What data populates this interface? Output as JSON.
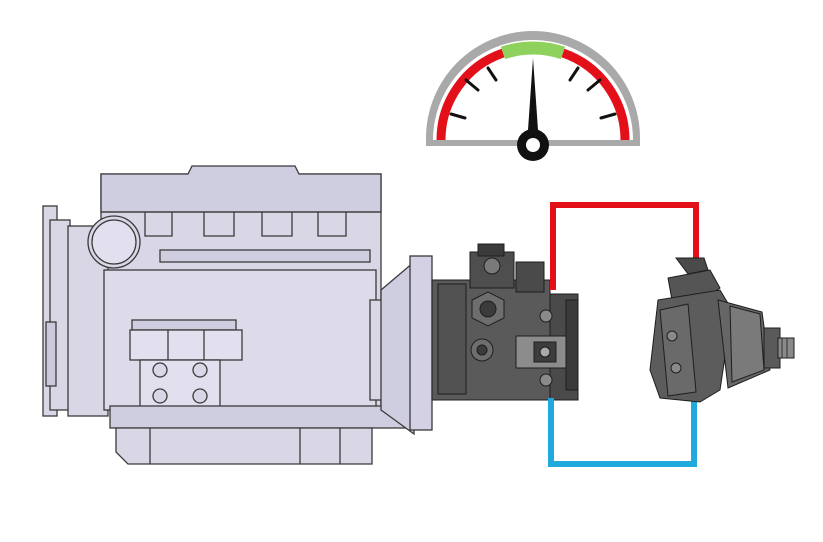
{
  "gauge": {
    "icon": "speedometer-gauge-icon",
    "zones": [
      "low-red",
      "optimal-green",
      "high-red"
    ],
    "level": 0.5,
    "colors": {
      "frame": "#a9a9a9",
      "red": "#e3101a",
      "green": "#8fd15d",
      "needle": "#111111"
    }
  },
  "engine": {
    "icon": "diesel-engine-icon",
    "colors": {
      "body": "#d9d7e6",
      "outline": "#3a3a3a"
    }
  },
  "pump": {
    "icon": "hydraulic-pump-icon",
    "colors": {
      "body": "#565656",
      "dark": "#2f2f2f",
      "light": "#8a8a8a"
    }
  },
  "motor": {
    "icon": "hydraulic-motor-icon"
  },
  "circuit": {
    "high_pressure_color": "#e3101a",
    "low_pressure_color": "#1fa9dd"
  }
}
